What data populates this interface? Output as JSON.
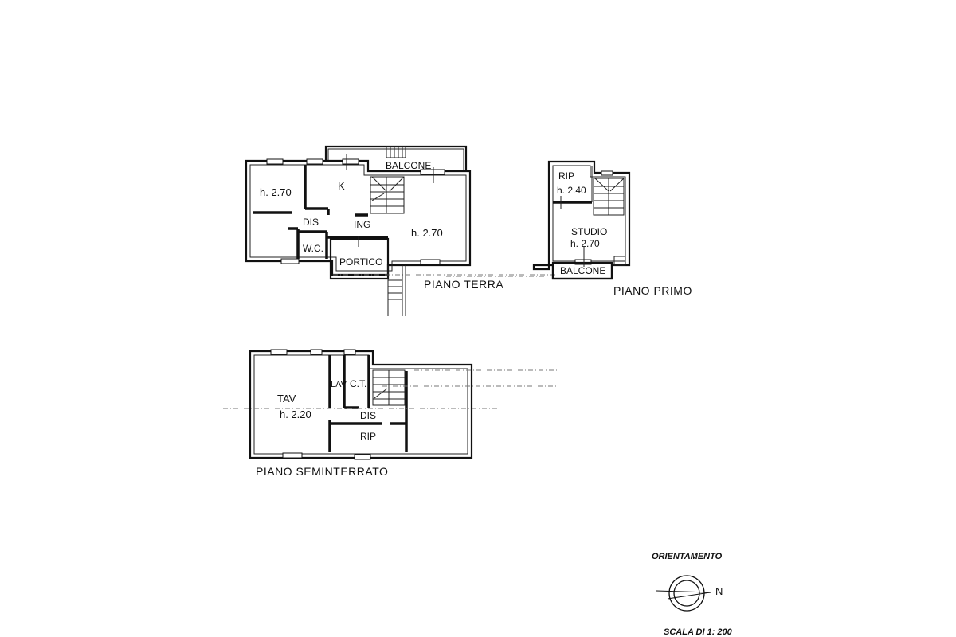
{
  "floors": {
    "piano_terra": {
      "title": "PIANO TERRA",
      "rooms": {
        "camera": "h. 2.70",
        "k": "K",
        "balcone": "BALCONE",
        "dis": "DIS",
        "ing": "ING",
        "soggiorno": "h. 2.70",
        "wc": "W.C.",
        "portico": "PORTICO"
      }
    },
    "piano_primo": {
      "title": "PIANO PRIMO",
      "rooms": {
        "rip_name": "RIP",
        "rip_height": "h. 2.40",
        "studio_name": "STUDIO",
        "studio_height": "h. 2.70",
        "balcone": "BALCONE"
      }
    },
    "piano_seminterrato": {
      "title": "PIANO SEMINTERRATO",
      "rooms": {
        "tav_name": "TAV",
        "tav_height": "h. 2.20",
        "lav": "LAV",
        "ct": "C.T.",
        "dis": "DIS",
        "rip": "RIP"
      }
    }
  },
  "legend": {
    "orientation_label": "ORIENTAMENTO",
    "north_label": "N",
    "scale_label": "SCALA DI 1: 200"
  }
}
